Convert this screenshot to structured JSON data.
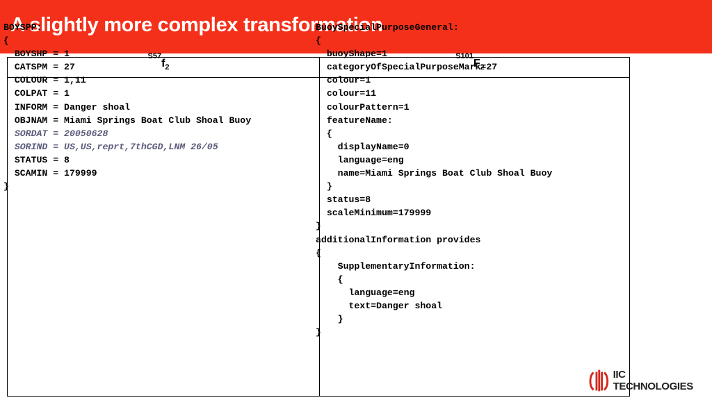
{
  "title": "A slightly more complex transformation",
  "columns": {
    "left": {
      "base": "S57",
      "fn": "f",
      "sub": "2"
    },
    "right": {
      "base": "S101",
      "fn": "F",
      "sub": "2"
    }
  },
  "left_lines": [
    {
      "text": "BOYSPP:",
      "italic": false
    },
    {
      "text": "{",
      "italic": false
    },
    {
      "text": "  BOYSHP = 1",
      "italic": false
    },
    {
      "text": "  CATSPM = 27",
      "italic": false
    },
    {
      "text": "  COLOUR = 1,11",
      "italic": false
    },
    {
      "text": "  COLPAT = 1",
      "italic": false
    },
    {
      "text": "  INFORM = Danger shoal",
      "italic": false
    },
    {
      "text": "  OBJNAM = Miami Springs Boat Club Shoal Buoy",
      "italic": false
    },
    {
      "text": "  SORDAT = 20050628",
      "italic": true
    },
    {
      "text": "  SORIND = US,US,reprt,7thCGD,LNM 26/05",
      "italic": true
    },
    {
      "text": "  STATUS = 8",
      "italic": false
    },
    {
      "text": "  SCAMIN = 179999",
      "italic": false
    },
    {
      "text": "}",
      "italic": false
    }
  ],
  "right_lines": [
    {
      "text": "BuoySpecialPurposeGeneral:",
      "italic": false
    },
    {
      "text": "{",
      "italic": false
    },
    {
      "text": "  buoyShape=1",
      "italic": false
    },
    {
      "text": "  categoryOfSpecialPurposeMark=27",
      "italic": false
    },
    {
      "text": "  colour=1",
      "italic": false
    },
    {
      "text": "  colour=11",
      "italic": false
    },
    {
      "text": "  colourPattern=1",
      "italic": false
    },
    {
      "text": "  featureName:",
      "italic": false
    },
    {
      "text": "  {",
      "italic": false
    },
    {
      "text": "    displayName=0",
      "italic": false
    },
    {
      "text": "    language=eng",
      "italic": false
    },
    {
      "text": "    name=Miami Springs Boat Club Shoal Buoy",
      "italic": false
    },
    {
      "text": "  }",
      "italic": false
    },
    {
      "text": "  status=8",
      "italic": false
    },
    {
      "text": "  scaleMinimum=179999",
      "italic": false
    },
    {
      "text": "}",
      "italic": false
    },
    {
      "text": "additionalInformation provides",
      "italic": false
    },
    {
      "text": "{",
      "italic": false
    },
    {
      "text": "    SupplementaryInformation:",
      "italic": false
    },
    {
      "text": "    {",
      "italic": false
    },
    {
      "text": "      language=eng",
      "italic": false
    },
    {
      "text": "      text=Danger shoal",
      "italic": false
    },
    {
      "text": "    }",
      "italic": false
    },
    {
      "text": "}",
      "italic": false
    }
  ],
  "logo": {
    "text": "IIC TECHNOLOGIES",
    "icon": "iic-logo-icon"
  },
  "colors": {
    "banner": "#f5301a",
    "title_text": "#ffffff",
    "italic_text": "#5a5a7a"
  }
}
